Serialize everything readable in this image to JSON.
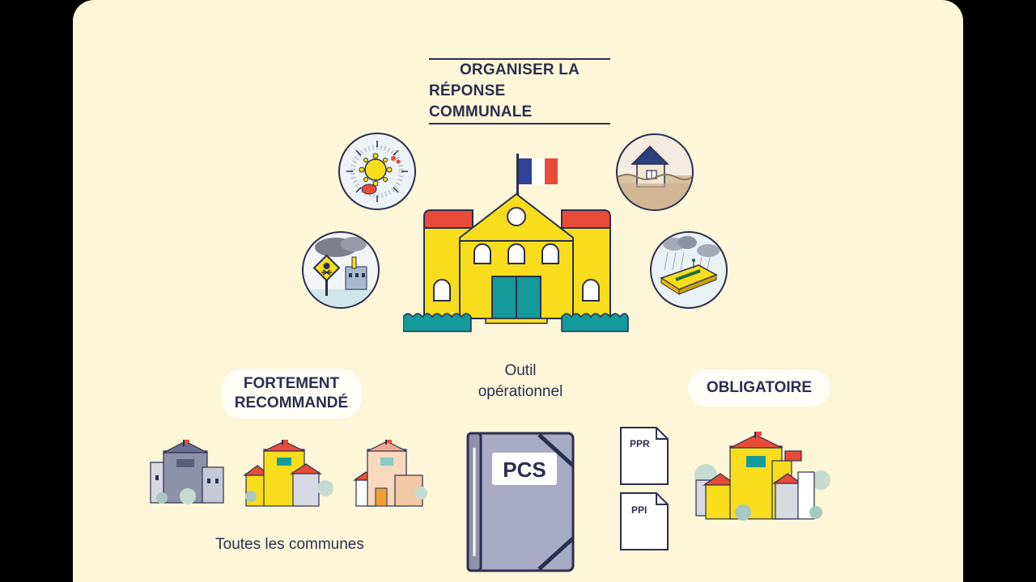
{
  "heading": {
    "line1": "ORGANISER LA",
    "line2": "RÉPONSE COMMUNALE"
  },
  "badges": {
    "recommended": {
      "line1": "FORTEMENT",
      "line2": "RECOMMANDÉ"
    },
    "mandatory": "OBLIGATOIRE"
  },
  "center_label": {
    "line1": "Outil",
    "line2": "opérationnel"
  },
  "binder_label": "PCS",
  "documents": {
    "ppr": "PPR",
    "ppi": "PPI"
  },
  "caption_all_towns": "Toutes les communes",
  "colors": {
    "background": "#fdf6d8",
    "ink": "#2b2f4f",
    "yellow": "#f7dd1c",
    "red": "#e84b37",
    "teal": "#149a9a",
    "binder": "#a9aac3"
  },
  "icons": [
    "virus-icon",
    "industrial-hazard-icon",
    "flood-icon",
    "storm-icon",
    "french-flag-icon",
    "town-hall-icon"
  ]
}
